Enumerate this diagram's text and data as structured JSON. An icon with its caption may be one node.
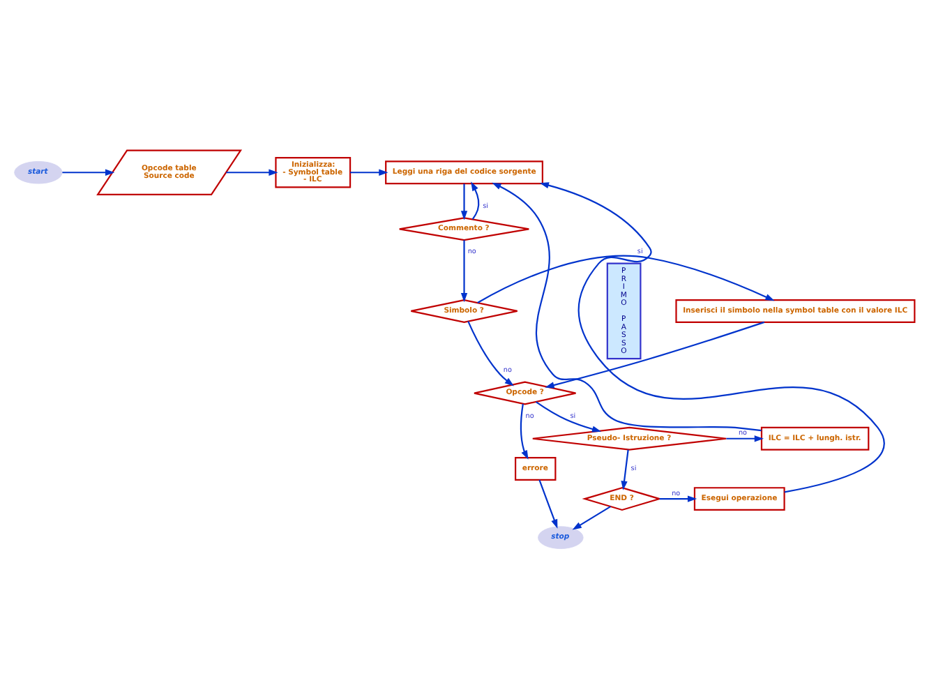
{
  "diagram": {
    "nodes": [
      {
        "text": [
          "start"
        ]
      },
      {
        "text": [
          "Opcode table",
          "Source code"
        ]
      },
      {
        "text": [
          "Inizializza:",
          "- Symbol table",
          "- ILC"
        ]
      },
      {
        "text": [
          "Leggi una riga del codice sorgente"
        ]
      },
      {
        "text": [
          "Commento ?"
        ]
      },
      {
        "text": [
          "Simbolo ?"
        ]
      },
      {
        "text": [
          "Inserisci il simbolo nella symbol table con il valore ILC"
        ]
      },
      {
        "text": [
          "Opcode ?"
        ]
      },
      {
        "text": [
          "errore"
        ]
      },
      {
        "text": [
          "Pseudo- Istruzione ?"
        ]
      },
      {
        "text": [
          "ILC = ILC + lungh. istr."
        ]
      },
      {
        "text": [
          "END ?"
        ]
      },
      {
        "text": [
          "Esegui operazione"
        ]
      },
      {
        "text": [
          "stop"
        ]
      },
      {
        "text": [
          "PRIMO PASSO"
        ]
      }
    ],
    "edges": [
      {
        "from": 0,
        "to": 1,
        "arrow": "to"
      },
      {
        "from": 1,
        "to": 2,
        "arrow": "to"
      },
      {
        "from": 2,
        "to": 3,
        "arrow": "to"
      },
      {
        "from": 3,
        "to": 4,
        "arrow": "to"
      },
      {
        "from": 4,
        "to": 3,
        "label": "si",
        "arrow": "to"
      },
      {
        "from": 4,
        "to": 5,
        "label": "no",
        "arrow": "to"
      },
      {
        "from": 5,
        "to": 6,
        "label": "si",
        "arrow": "to"
      },
      {
        "from": 5,
        "to": 7,
        "label": "no",
        "arrow": "to"
      },
      {
        "from": 6,
        "to": 7,
        "arrow": "to"
      },
      {
        "from": 7,
        "to": 8,
        "label": "no",
        "arrow": "to"
      },
      {
        "from": 7,
        "to": 9,
        "label": "si",
        "arrow": "to"
      },
      {
        "from": 9,
        "to": 10,
        "label": "no",
        "arrow": "to"
      },
      {
        "from": 10,
        "to": 3,
        "arrow": "to"
      },
      {
        "from": 9,
        "to": 11,
        "label": "si",
        "arrow": "to"
      },
      {
        "from": 11,
        "to": 12,
        "label": "no",
        "arrow": "to"
      },
      {
        "from": 12,
        "to": 3,
        "arrow": "to"
      },
      {
        "from": 11,
        "to": 13,
        "arrow": "to"
      },
      {
        "from": 8,
        "to": 13,
        "arrow": "to"
      }
    ]
  }
}
